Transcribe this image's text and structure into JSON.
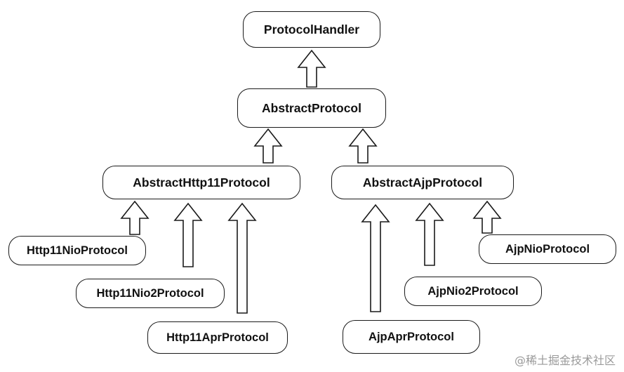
{
  "nodes": {
    "protocol_handler": "ProtocolHandler",
    "abstract_protocol": "AbstractProtocol",
    "abstract_http11_protocol": "AbstractHttp11Protocol",
    "abstract_ajp_protocol": "AbstractAjpProtocol",
    "http11_nio_protocol": "Http11NioProtocol",
    "http11_nio2_protocol": "Http11Nio2Protocol",
    "http11_apr_protocol": "Http11AprProtocol",
    "ajp_nio_protocol": "AjpNioProtocol",
    "ajp_nio2_protocol": "AjpNio2Protocol",
    "ajp_apr_protocol": "AjpAprProtocol"
  },
  "edges": [
    {
      "from": "AbstractProtocol",
      "to": "ProtocolHandler"
    },
    {
      "from": "AbstractHttp11Protocol",
      "to": "AbstractProtocol"
    },
    {
      "from": "AbstractAjpProtocol",
      "to": "AbstractProtocol"
    },
    {
      "from": "Http11NioProtocol",
      "to": "AbstractHttp11Protocol"
    },
    {
      "from": "Http11Nio2Protocol",
      "to": "AbstractHttp11Protocol"
    },
    {
      "from": "Http11AprProtocol",
      "to": "AbstractHttp11Protocol"
    },
    {
      "from": "AjpAprProtocol",
      "to": "AbstractAjpProtocol"
    },
    {
      "from": "AjpNio2Protocol",
      "to": "AbstractAjpProtocol"
    },
    {
      "from": "AjpNioProtocol",
      "to": "AbstractAjpProtocol"
    }
  ],
  "watermark": "@稀土掘金技术社区"
}
